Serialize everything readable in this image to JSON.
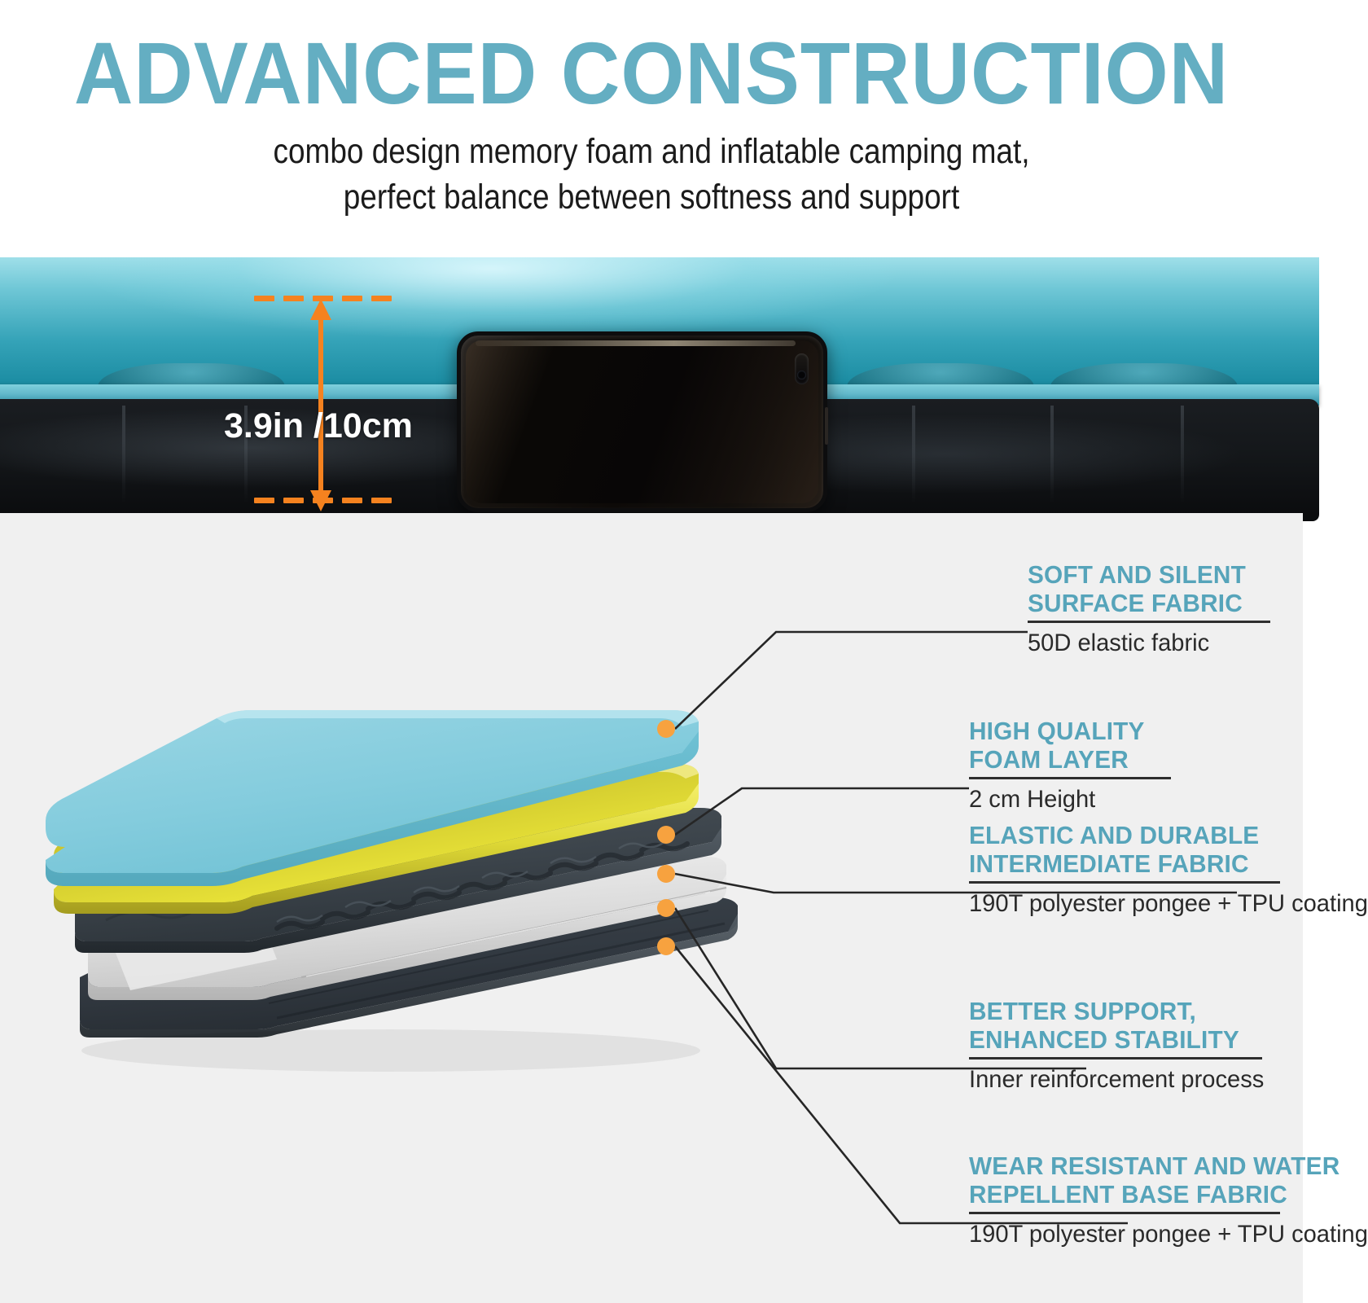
{
  "header": {
    "title": "ADVANCED CONSTRUCTION",
    "subtitle_line1": "combo design memory foam and inflatable camping mat,",
    "subtitle_line2": "perfect balance between softness and support"
  },
  "photo": {
    "dimension_label": "3.9in /10cm",
    "phone_icon": "smartphone",
    "arrow_icon": "double-arrow-vertical"
  },
  "diagram": {
    "layers": [
      {
        "name": "surface-fabric-layer",
        "color": "#87ccdd"
      },
      {
        "name": "foam-layer",
        "color": "#e4de34"
      },
      {
        "name": "intermediate-fabric-layer",
        "color": "#3d4449"
      },
      {
        "name": "inner-reinforcement-layer",
        "color": "#dedede"
      },
      {
        "name": "base-fabric-layer",
        "color": "#343b42"
      }
    ]
  },
  "labels": [
    {
      "heading_line1": "SOFT AND SILENT",
      "heading_line2": "SURFACE FABRIC",
      "sub": "50D elastic fabric"
    },
    {
      "heading_line1": "HIGH QUALITY",
      "heading_line2": "FOAM LAYER",
      "sub": "2 cm Height"
    },
    {
      "heading_line1": "ELASTIC AND DURABLE",
      "heading_line2": "INTERMEDIATE FABRIC",
      "sub": "190T polyester pongee + TPU coating"
    },
    {
      "heading_line1": "BETTER SUPPORT,",
      "heading_line2": "ENHANCED STABILITY",
      "sub": "Inner reinforcement process"
    },
    {
      "heading_line1": "WEAR RESISTANT AND WATER",
      "heading_line2": "REPELLENT BASE FABRIC",
      "sub": "190T polyester pongee + TPU coating"
    }
  ],
  "colors": {
    "accent_teal": "#64aec2",
    "heading_teal": "#56a4ba",
    "orange": "#f5821f",
    "dot_orange": "#f7a23f",
    "panel_bg": "#f0f0f0",
    "text_dark": "#2a2a2a"
  }
}
